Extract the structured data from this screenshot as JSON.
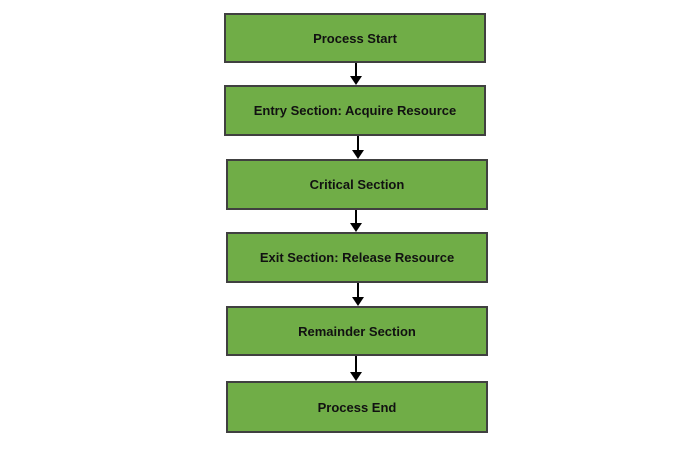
{
  "steps": [
    "Process Start",
    "Entry Section: Acquire Resource",
    "Critical Section",
    "Exit Section: Release Resource",
    "Remainder Section",
    "Process End"
  ]
}
